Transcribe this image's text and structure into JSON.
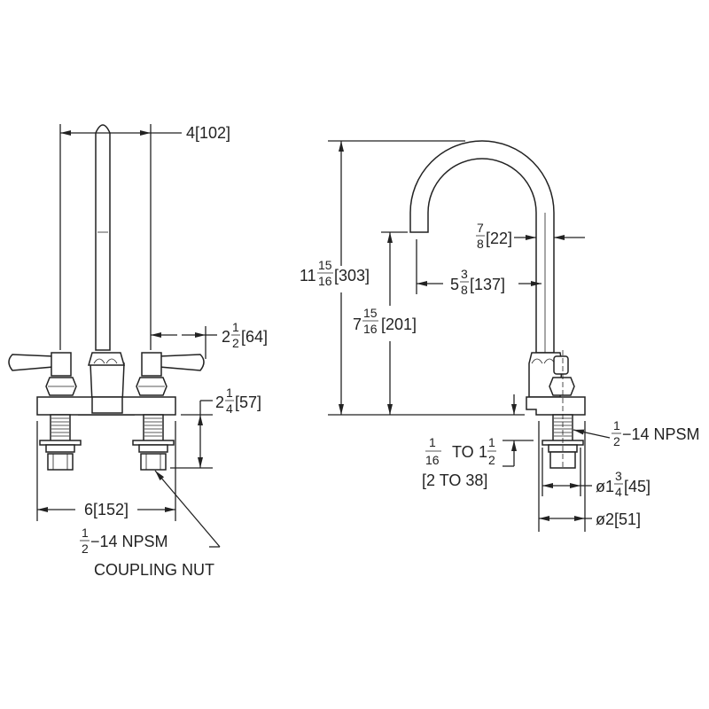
{
  "front_view": {
    "width_top": {
      "label": "4[102]"
    },
    "handle_reach": {
      "whole": "2",
      "num": "1",
      "den": "2",
      "metric": "[64]"
    },
    "shank_length": {
      "whole": "2",
      "num": "1",
      "den": "4",
      "metric": "[57]"
    },
    "centers": {
      "label": "6[152]"
    },
    "coupling_note": {
      "num": "1",
      "den": "2",
      "line1": "−14  NPSM",
      "line2": "COUPLING  NUT"
    }
  },
  "side_view": {
    "overall_height": {
      "whole": "11",
      "num": "15",
      "den": "16",
      "metric": "[303]"
    },
    "spout_height": {
      "whole": "7",
      "num": "15",
      "den": "16",
      "metric": " [201]"
    },
    "spout_reach": {
      "whole": "5",
      "num": "3",
      "den": "8",
      "metric": "[137]"
    },
    "tube_dia": {
      "num": "7",
      "den": "8",
      "metric": "[22]"
    },
    "thread_note": {
      "num": "1",
      "den": "2",
      "text": "−14  NPSM"
    },
    "deck_range": {
      "num1": "1",
      "den1": "16",
      "to": "TO",
      "whole2": "1",
      "num2": "1",
      "den2": "2",
      "metric": "[2  TO  38]"
    },
    "flange_dia": {
      "prefix": "ø1",
      "num": "3",
      "den": "4",
      "metric": "[45]"
    },
    "base_dia": {
      "label": "ø2[51]"
    }
  }
}
